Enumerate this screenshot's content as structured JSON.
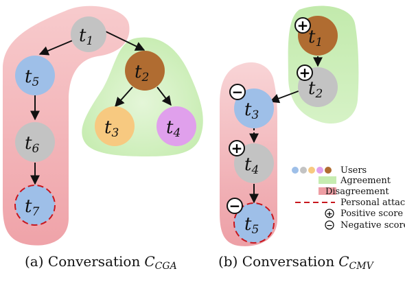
{
  "colors": {
    "gray": "#c3c3c3",
    "blue": "#9ebfe8",
    "orange": "#f7c980",
    "pink": "#e0a0ec",
    "brown": "#b06c31",
    "agreement": "#c6ecb0",
    "disagreement": "#ee9ea4",
    "attack": "#c8161d"
  },
  "nodes": {
    "a_t1": {
      "letter": "t",
      "index": "1",
      "color": "gray"
    },
    "a_t2": {
      "letter": "t",
      "index": "2",
      "color": "brown"
    },
    "a_t3": {
      "letter": "t",
      "index": "3",
      "color": "orange"
    },
    "a_t4": {
      "letter": "t",
      "index": "4",
      "color": "pink"
    },
    "a_t5": {
      "letter": "t",
      "index": "5",
      "color": "blue"
    },
    "a_t6": {
      "letter": "t",
      "index": "6",
      "color": "gray"
    },
    "a_t7": {
      "letter": "t",
      "index": "7",
      "color": "blue",
      "attack": true
    },
    "b_t1": {
      "letter": "t",
      "index": "1",
      "color": "brown",
      "score": "+"
    },
    "b_t2": {
      "letter": "t",
      "index": "2",
      "color": "gray",
      "score": "+"
    },
    "b_t3": {
      "letter": "t",
      "index": "3",
      "color": "blue",
      "score": "−"
    },
    "b_t4": {
      "letter": "t",
      "index": "4",
      "color": "gray",
      "score": "+"
    },
    "b_t5": {
      "letter": "t",
      "index": "5",
      "color": "blue",
      "score": "−",
      "attack": true
    }
  },
  "legend": {
    "users": "Users",
    "agreement": "Agreement",
    "disagreement": "Disagreement",
    "attack": "Personal attack",
    "positive": "Positive score",
    "negative": "Negative score",
    "positive_symbol": "+",
    "negative_symbol": "−",
    "user_colors": [
      "blue",
      "gray",
      "orange",
      "pink",
      "brown"
    ]
  },
  "captions": {
    "a": {
      "prefix": "(a) Conversation",
      "symbol": "C",
      "subscript": "CGA"
    },
    "b": {
      "prefix": "(b) Conversation",
      "symbol": "C",
      "subscript": "CMV"
    }
  }
}
